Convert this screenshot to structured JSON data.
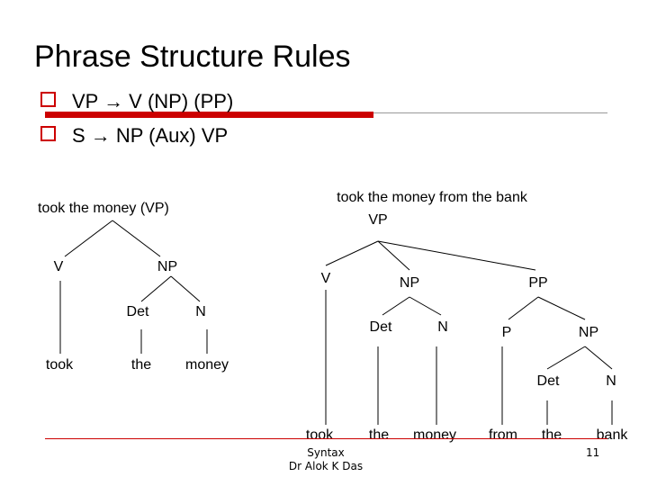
{
  "slide": {
    "title": "Phrase Structure Rules",
    "bullets": [
      "VP → V (NP) (PP)",
      "S → NP (Aux) VP"
    ],
    "footer_line1": "Syntax",
    "footer_line2": "Dr Alok K Das",
    "page_number": "11",
    "accent_color": "#cc0000"
  },
  "tree1": {
    "caption": "took the money (VP)",
    "v": "V",
    "np": "NP",
    "det": "Det",
    "n": "N",
    "took": "took",
    "the": "the",
    "money": "money"
  },
  "tree2": {
    "caption": "took the money from the bank",
    "root": "VP",
    "v": "V",
    "np": "NP",
    "pp": "PP",
    "det": "Det",
    "n": "N",
    "p": "P",
    "np2": "NP",
    "det2": "Det",
    "n2": "N",
    "took": "took",
    "the": "the",
    "money": "money",
    "from": "from",
    "the2": "the",
    "bank": "bank"
  }
}
